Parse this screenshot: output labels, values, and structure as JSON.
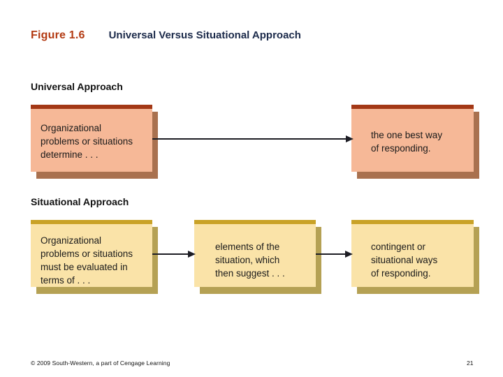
{
  "slide": {
    "figure_label": "Figure 1.6",
    "figure_title": "Universal Versus Situational Approach",
    "accent_figure_color": "#B33A12",
    "title_color": "#1B2A4A",
    "background_color": "#FFFFFF"
  },
  "sections": {
    "universal": {
      "heading": "Universal Approach",
      "box_fill_color": "#F6B897",
      "box_top_bar_color": "#A33816",
      "box_shadow_color": "#A9714F",
      "boxes": [
        {
          "text": "Organizational\nproblems or situations\ndetermine . . ."
        },
        {
          "text": "the one best way\nof responding."
        }
      ]
    },
    "situational": {
      "heading": "Situational Approach",
      "box_fill_color": "#FAE3A8",
      "box_top_bar_color": "#C9A227",
      "box_shadow_color": "#B5A154",
      "boxes": [
        {
          "text": "Organizational\nproblems or situations\nmust be evaluated in\nterms of . . ."
        },
        {
          "text": "elements of the\nsituation, which\nthen suggest . . ."
        },
        {
          "text": "contingent or\nsituational ways\nof responding."
        }
      ]
    }
  },
  "footer": {
    "copyright": "© 2009 South-Western, a part of Cengage Learning",
    "page_number": "21"
  }
}
